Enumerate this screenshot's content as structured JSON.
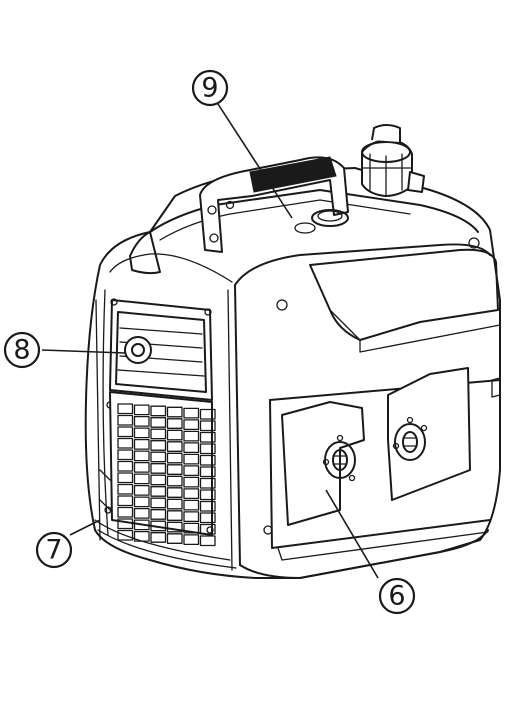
{
  "callouts": [
    {
      "id": "handle",
      "label": "9"
    },
    {
      "id": "air-filter-cover",
      "label": "8"
    },
    {
      "id": "side-panel",
      "label": "7"
    },
    {
      "id": "outlet-panel",
      "label": "6"
    }
  ],
  "colors": {
    "line": "#1a1a1a",
    "background": "#ffffff"
  }
}
